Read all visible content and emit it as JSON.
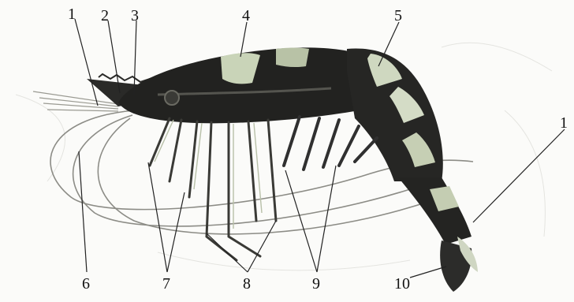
{
  "diagram": {
    "labels": {
      "l1": "1",
      "l2": "2",
      "l3": "3",
      "l4": "4",
      "l5": "5",
      "l6": "6",
      "l7": "7",
      "l8": "8",
      "l9": "9",
      "l10": "10",
      "l11": "1"
    }
  }
}
